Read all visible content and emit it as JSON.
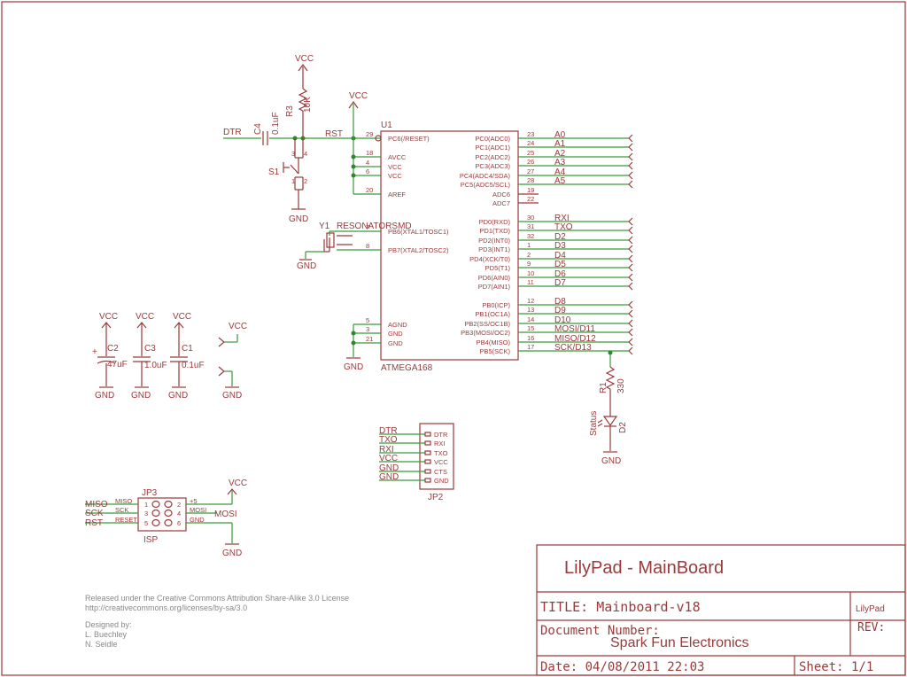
{
  "colors": {
    "wire": "#3a9a3a",
    "part": "#9a3a3a",
    "junction": "#2a8a2a",
    "note": "#888888"
  },
  "power": {
    "vcc": "VCC",
    "gnd": "GND"
  },
  "nets": {
    "dtr": "DTR",
    "rst": "RST",
    "miso": "MISO",
    "sck": "SCK"
  },
  "parts": {
    "r3": {
      "ref": "R3",
      "value": "10K"
    },
    "c4": {
      "ref": "C4",
      "value": "0.1uF"
    },
    "s1": {
      "ref": "S1"
    },
    "y1": {
      "ref": "Y1",
      "value": "RESONATORSMD"
    },
    "c2": {
      "ref": "C2",
      "value": "47uF"
    },
    "c3": {
      "ref": "C3",
      "value": "1.0uF"
    },
    "c1": {
      "ref": "C1",
      "value": "0.1uF"
    },
    "r1": {
      "ref": "R1",
      "value": "330"
    },
    "d2": {
      "ref": "D2",
      "value": "Status"
    },
    "jp2": {
      "ref": "JP2"
    },
    "jp3": {
      "ref": "JP3",
      "value": "ISP"
    }
  },
  "u1": {
    "ref": "U1",
    "value": "ATMEGA168",
    "left_pins": [
      {
        "num": "29",
        "name": "PC6(/RESET)"
      },
      {
        "num": "18",
        "name": "AVCC"
      },
      {
        "num": "4",
        "name": "VCC"
      },
      {
        "num": "6",
        "name": "VCC"
      },
      {
        "num": "20",
        "name": "AREF"
      },
      {
        "num": "7",
        "name": "PB6(XTAL1/TOSC1)"
      },
      {
        "num": "8",
        "name": "PB7(XTAL2/TOSC2)"
      },
      {
        "num": "5",
        "name": "AGND"
      },
      {
        "num": "3",
        "name": "GND"
      },
      {
        "num": "21",
        "name": "GND"
      }
    ],
    "right_pins": [
      {
        "num": "23",
        "name": "PC0(ADC0)",
        "net": "A0"
      },
      {
        "num": "24",
        "name": "PC1(ADC1)",
        "net": "A1"
      },
      {
        "num": "25",
        "name": "PC2(ADC2)",
        "net": "A2"
      },
      {
        "num": "26",
        "name": "PC3(ADC3)",
        "net": "A3"
      },
      {
        "num": "27",
        "name": "PC4(ADC4/SDA)",
        "net": "A4"
      },
      {
        "num": "28",
        "name": "PC5(ADC5/SCL)",
        "net": "A5"
      },
      {
        "num": "19",
        "name": "ADC6",
        "net": ""
      },
      {
        "num": "22",
        "name": "ADC7",
        "net": ""
      },
      {
        "num": "30",
        "name": "PD0(RXD)",
        "net": "RXI"
      },
      {
        "num": "31",
        "name": "PD1(TXD)",
        "net": "TXO"
      },
      {
        "num": "32",
        "name": "PD2(INT0)",
        "net": "D2"
      },
      {
        "num": "1",
        "name": "PD3(INT1)",
        "net": "D3"
      },
      {
        "num": "2",
        "name": "PD4(XCK/T0)",
        "net": "D4"
      },
      {
        "num": "9",
        "name": "PD5(T1)",
        "net": "D5"
      },
      {
        "num": "10",
        "name": "PD6(AIN0)",
        "net": "D6"
      },
      {
        "num": "11",
        "name": "PD7(AIN1)",
        "net": "D7"
      },
      {
        "num": "12",
        "name": "PB0(ICP)",
        "net": "D8"
      },
      {
        "num": "13",
        "name": "PB1(OC1A)",
        "net": "D9"
      },
      {
        "num": "14",
        "name": "PB2(SS/OC1B)",
        "net": "D10"
      },
      {
        "num": "15",
        "name": "PB3(MOSI/OC2)",
        "net": "MOSI/D11"
      },
      {
        "num": "16",
        "name": "PB4(MISO)",
        "net": "MISO/D12"
      },
      {
        "num": "17",
        "name": "PB5(SCK)",
        "net": "SCK/D13"
      }
    ]
  },
  "jp2_pins": [
    {
      "net": "DTR",
      "pin": "DTR"
    },
    {
      "net": "TXO",
      "pin": "RXI"
    },
    {
      "net": "RXI",
      "pin": "TXO"
    },
    {
      "net": "VCC",
      "pin": "VCC"
    },
    {
      "net": "GND",
      "pin": "CTS"
    },
    {
      "net": "GND",
      "pin": "GND"
    }
  ],
  "jp3_pins": {
    "left": [
      {
        "net": "MISO",
        "sig": "MISO",
        "num": "1"
      },
      {
        "net": "SCK",
        "sig": "SCK",
        "num": "3"
      },
      {
        "net": "RST",
        "sig": "RESET",
        "num": "5"
      }
    ],
    "right": [
      {
        "num": "2",
        "sig": "+5",
        "net": ""
      },
      {
        "num": "4",
        "sig": "MOSI",
        "net": "MOSI"
      },
      {
        "num": "6",
        "sig": "GND",
        "net": ""
      }
    ]
  },
  "license": {
    "line1": "Released under the Creative Commons Attribution Share-Alike 3.0 License",
    "line2": "http://creativecommons.org/licenses/by-sa/3.0",
    "designed_by": "Designed by:",
    "designer1": "L. Buechley",
    "designer2": "N. Seidle"
  },
  "titleblock": {
    "name": "LilyPad - MainBoard",
    "title": "TITLE: Mainboard-v18",
    "project": "LilyPad",
    "docnum_label": "Document Number:",
    "company": "Spark Fun Electronics",
    "rev": "REV:",
    "date": "Date: 04/08/2011 22:03",
    "sheet": "Sheet: 1/1"
  }
}
